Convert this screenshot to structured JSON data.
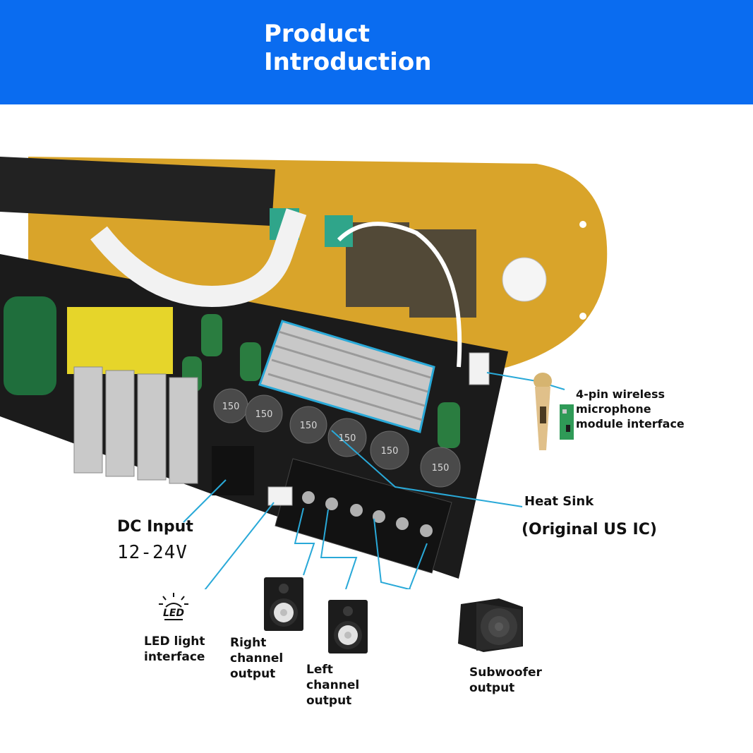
{
  "header": {
    "title_line1": "Product",
    "title_line2": "Introduction",
    "bg_color": "#0a6cf0"
  },
  "callouts": {
    "mic_line1": "4-pin wireless",
    "mic_line2": "microphone",
    "mic_line3": "module interface",
    "heat_sink": "Heat Sink",
    "original_ic": "(Original US IC)",
    "dc_input": "DC Input",
    "dc_voltage": "12-24V",
    "led_line1": "LED light",
    "led_line2": "interface",
    "right_line1": "Right",
    "right_line2": "channel",
    "right_line3": "output",
    "left_line1": "Left",
    "left_line2": "channel",
    "left_line3": "output",
    "sub_line1": "Subwoofer",
    "sub_line2": "output"
  },
  "board_marks": {
    "inductor_text": "150",
    "led_icon_text": "LED"
  },
  "colors": {
    "line_color": "#29a9d8",
    "gold_plate": "#d9a42a",
    "pcb_black": "#1b1b1b"
  },
  "icons": [
    "microphone-icon",
    "led-bulb-icon",
    "speaker-icon",
    "subwoofer-icon"
  ]
}
